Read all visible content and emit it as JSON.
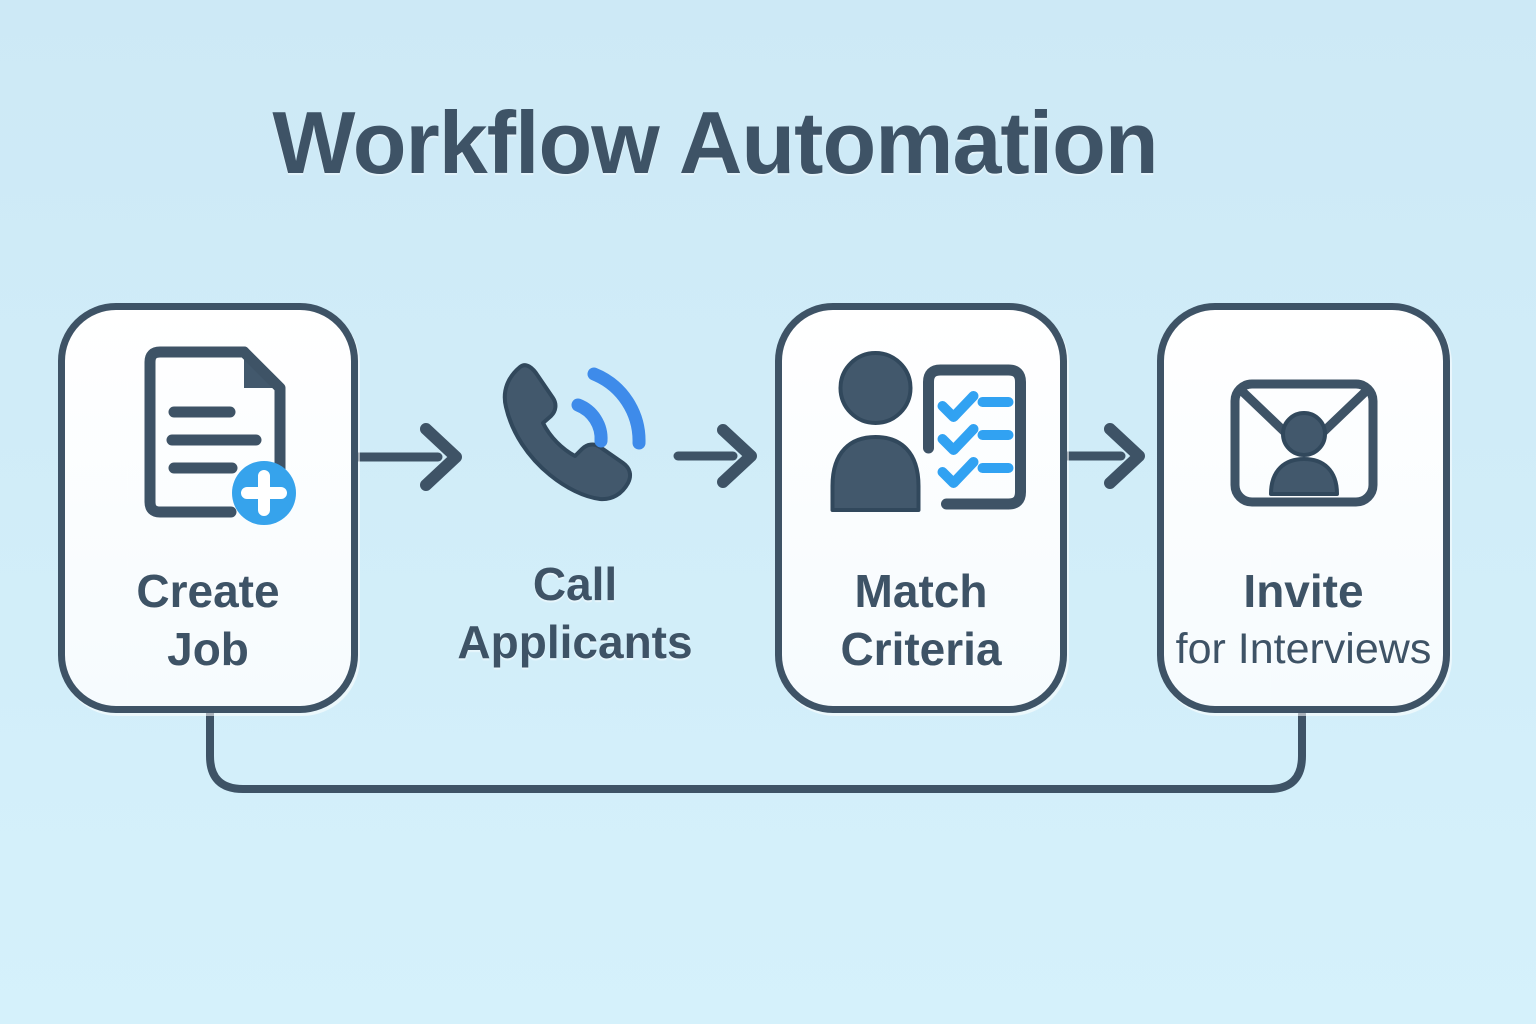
{
  "title": "Workflow Automation",
  "colors": {
    "background": "#cde9f6",
    "background_bottom": "#d5f1fb",
    "ink": "#3e5366",
    "icon_fill": "#42586c",
    "box_fill": "#f6fbfe",
    "accent_blue": "#36a3ec",
    "wave_blue": "#3e8bea",
    "check_blue": "#31a2f2"
  },
  "steps": [
    {
      "name": "create-job",
      "line1": "Create",
      "line2": "Job",
      "icon": "document-plus-icon",
      "boxed": true
    },
    {
      "name": "call-applicants",
      "line1": "Call",
      "line2": "Applicants",
      "icon": "phone-call-icon",
      "boxed": false
    },
    {
      "name": "match-criteria",
      "line1": "Match",
      "line2": "Criteria",
      "icon": "person-checklist-icon",
      "boxed": true
    },
    {
      "name": "invite-for-interviews",
      "line1": "Invite",
      "line2": "for Interviews",
      "icon": "envelope-person-icon",
      "boxed": true
    }
  ],
  "connectors": {
    "arrow_count": 3,
    "arrows": [
      "create-job to call-applicants",
      "call-applicants to match-criteria",
      "match-criteria to invite-for-interviews"
    ],
    "loop": "invite-for-interviews back to create-job (bottom line)"
  }
}
